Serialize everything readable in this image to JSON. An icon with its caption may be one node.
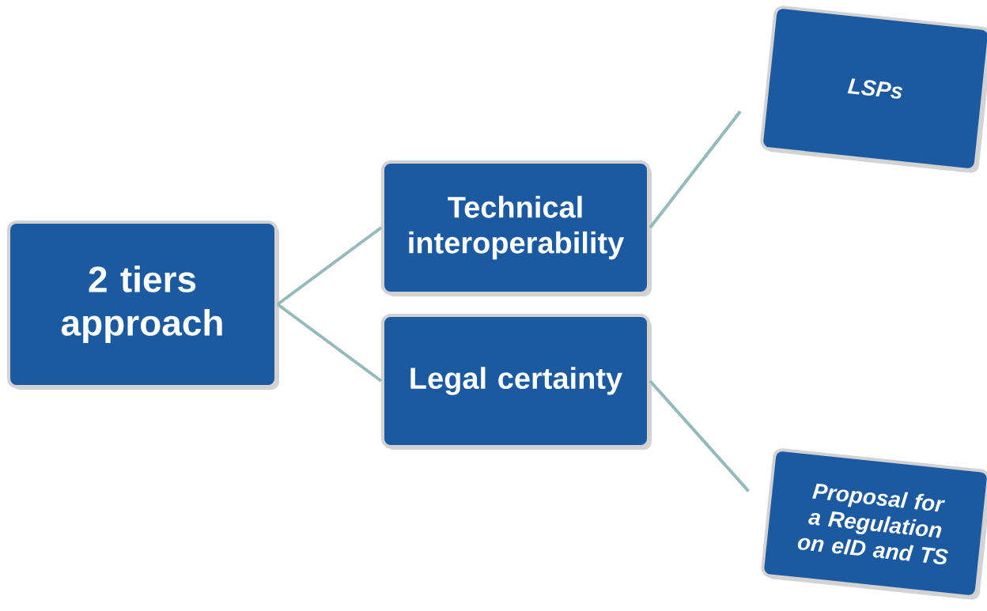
{
  "diagram": {
    "nodes": [
      {
        "text": [
          "2 tiers approach"
        ]
      },
      {
        "text": [
          "Technical interoperability"
        ]
      },
      {
        "text": [
          "Legal certainty"
        ]
      },
      {
        "text": [
          "LSPs"
        ]
      },
      {
        "text": [
          "Proposal for a Regulation on eID and TS"
        ]
      }
    ],
    "edges": [
      {
        "from": 0,
        "to": 1,
        "arrow": "none"
      },
      {
        "from": 0,
        "to": 2,
        "arrow": "none"
      },
      {
        "from": 1,
        "to": 3,
        "arrow": "none"
      },
      {
        "from": 2,
        "to": 4,
        "arrow": "none"
      }
    ]
  }
}
